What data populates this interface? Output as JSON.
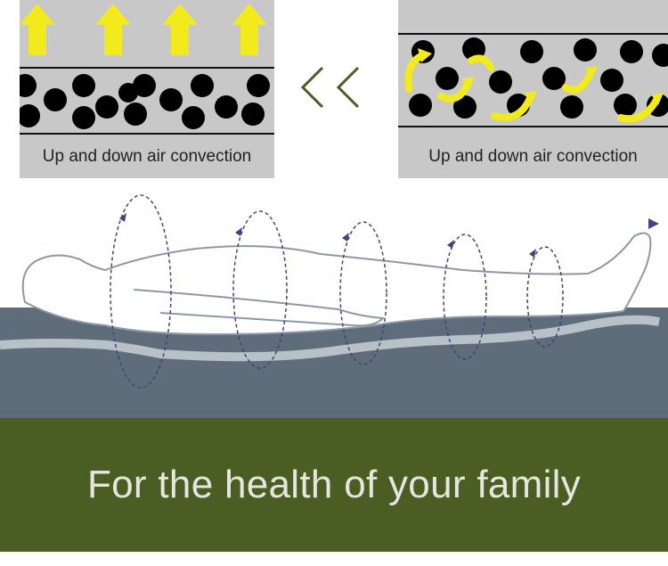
{
  "panels": {
    "left_caption": "Up and down air convection",
    "right_caption": "Up and down air convection"
  },
  "icons": {
    "arrow": "up-arrow-icon",
    "compare": "double-chevron-left-icon",
    "airflow": "curved-arrow-icon"
  },
  "banner": {
    "text": "For the health of your family"
  },
  "colors": {
    "panel_bg": "#c8c8c8",
    "arrow_yellow": "#f2ea1a",
    "mattress": "#5f6d7a",
    "banner_bg": "#4a5e23",
    "banner_text": "#e6e6de"
  }
}
